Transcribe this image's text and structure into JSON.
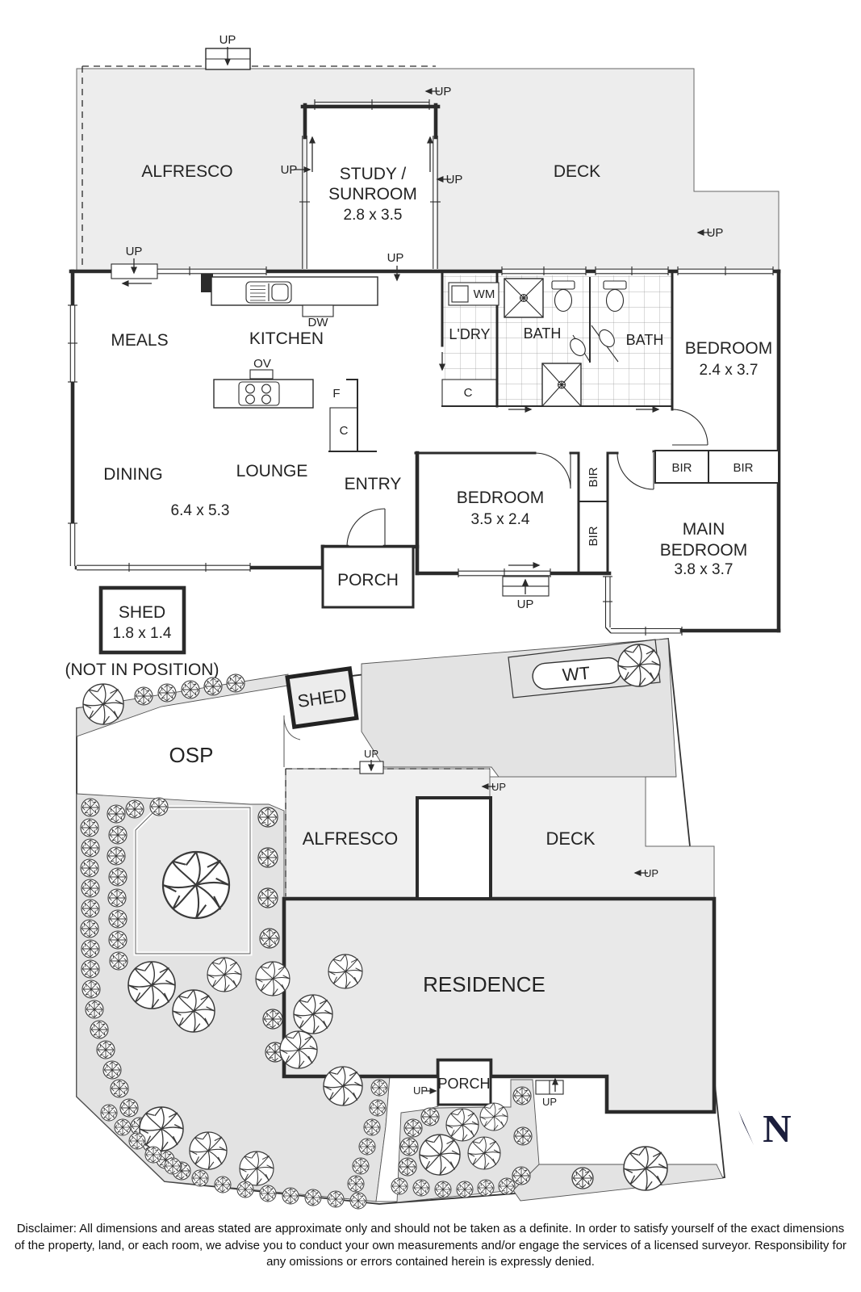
{
  "fp": {
    "up": "UP",
    "alfresco": "ALFRESCO",
    "study1": "STUDY /",
    "study2": "SUNROOM",
    "study_dim": "2.8 x 3.5",
    "deck": "DECK",
    "meals": "MEALS",
    "kitchen": "KITCHEN",
    "dw": "DW",
    "ov": "OV",
    "f": "F",
    "c": "C",
    "wm": "WM",
    "ldry": "L'DRY",
    "bath": "BATH",
    "bed2": "BEDROOM",
    "bed2_dim": "2.4 x 3.7",
    "dining": "DINING",
    "lounge": "LOUNGE",
    "living_dim": "6.4 x 5.3",
    "entry": "ENTRY",
    "porch": "PORCH",
    "bed3": "BEDROOM",
    "bed3_dim": "3.5 x 2.4",
    "bir": "BIR",
    "main1": "MAIN",
    "main2": "BEDROOM",
    "main_dim": "3.8 x 3.7",
    "shed": "SHED",
    "shed_dim": "1.8 x 1.4",
    "shed_note": "(NOT IN POSITION)"
  },
  "site": {
    "up": "UP",
    "wt": "WT",
    "shed": "SHED",
    "osp": "OSP",
    "alfresco": "ALFRESCO",
    "deck": "DECK",
    "residence": "RESIDENCE",
    "porch": "PORCH",
    "north": "N"
  },
  "disclaimer": "Disclaimer: All dimensions and areas stated are approximate only and should not be taken as a definite. In order to satisfy yourself of the exact dimensions of the property, land, or each room, we advise you to conduct your own measurements and/or engage the services of a licensed surveyor. Responsibility for any omissions or errors contained herein is expressly denied.",
  "colors": {
    "ink": "#2b2b2b",
    "outdoor_fill": "#ededed",
    "bed_fill": "#e3e3e3",
    "residence_fill": "#e9e9e9",
    "north_navy": "#1b1e3c"
  }
}
